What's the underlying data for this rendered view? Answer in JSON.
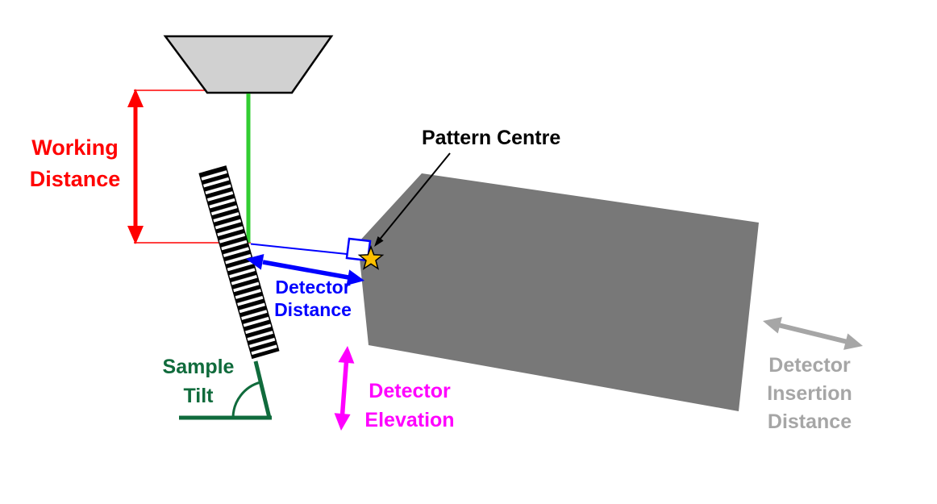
{
  "labels": {
    "working_distance": {
      "lines": [
        "Working",
        "Distance"
      ]
    },
    "pattern_centre": {
      "text": "Pattern Centre"
    },
    "detector_distance": {
      "lines": [
        "Detector",
        "Distance"
      ]
    },
    "sample_tilt": {
      "lines": [
        "Sample",
        "Tilt"
      ]
    },
    "detector_elevation": {
      "lines": [
        "Detector",
        "Elevation"
      ]
    },
    "detector_insertion_distance": {
      "lines": [
        "Detector",
        "Insertion",
        "Distance"
      ]
    }
  },
  "icons": {
    "pattern_centre_marker": "star-icon"
  },
  "colors": {
    "background": "#FFFFFF",
    "black": "#000000",
    "red": "#FF0000",
    "beam_green": "#32CD32",
    "dark_green": "#106B3C",
    "blue": "#0000FF",
    "magenta": "#FF00FF",
    "gray": "#A6A6A6",
    "detector_gray": "#787878",
    "pole_gray": "#D1D1D1",
    "star_gold": "#FFC000"
  }
}
